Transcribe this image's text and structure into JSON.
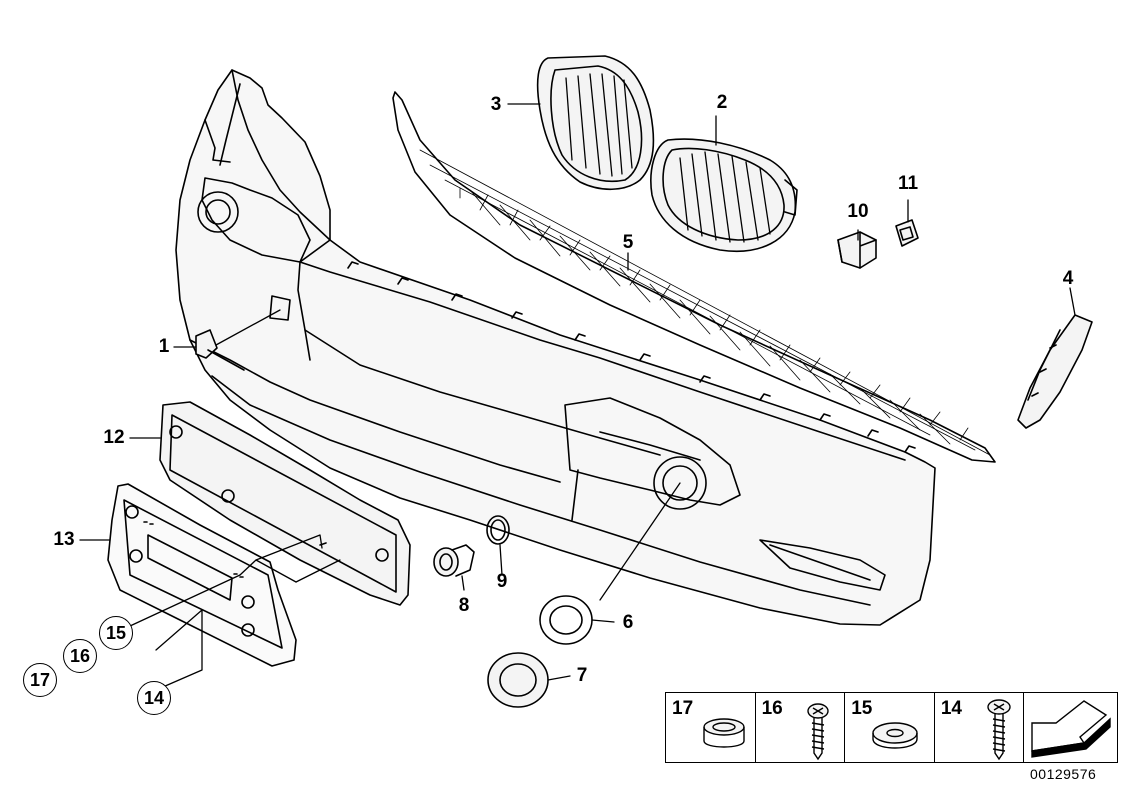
{
  "diagram": {
    "drawing_number": "00129576",
    "callouts": [
      {
        "id": "1",
        "text": "1"
      },
      {
        "id": "2",
        "text": "2"
      },
      {
        "id": "3",
        "text": "3"
      },
      {
        "id": "4",
        "text": "4"
      },
      {
        "id": "5",
        "text": "5"
      },
      {
        "id": "6",
        "text": "6"
      },
      {
        "id": "7",
        "text": "7"
      },
      {
        "id": "8",
        "text": "8"
      },
      {
        "id": "9",
        "text": "9"
      },
      {
        "id": "10",
        "text": "10"
      },
      {
        "id": "11",
        "text": "11"
      },
      {
        "id": "12",
        "text": "12"
      },
      {
        "id": "13",
        "text": "13"
      }
    ],
    "circled_callouts": [
      {
        "id": "14",
        "text": "14"
      },
      {
        "id": "15",
        "text": "15"
      },
      {
        "id": "16",
        "text": "16"
      },
      {
        "id": "17",
        "text": "17"
      }
    ],
    "legend": [
      {
        "num": "17",
        "part": "grommet-icon"
      },
      {
        "num": "16",
        "part": "screw-icon"
      },
      {
        "num": "15",
        "part": "washer-icon"
      },
      {
        "num": "14",
        "part": "screw-icon"
      },
      {
        "num": "",
        "part": "direction-arrow-icon"
      }
    ]
  }
}
